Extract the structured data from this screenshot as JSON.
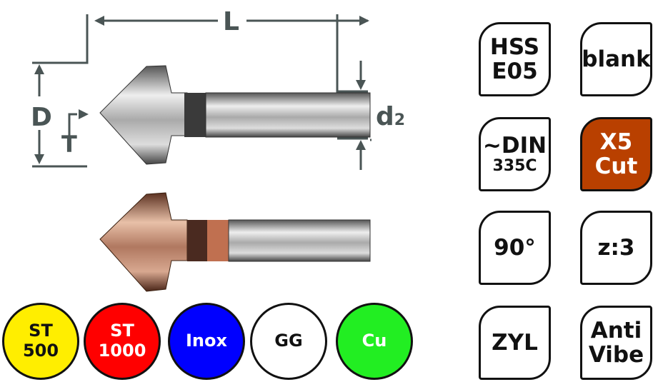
{
  "dimensions": {
    "L": "L",
    "D": "D",
    "T": "T",
    "d2_main": "d",
    "d2_sub": "2"
  },
  "badges": [
    {
      "lines": [
        "HSS",
        "E05"
      ]
    },
    {
      "lines": [
        "blank"
      ]
    },
    {
      "lines": [
        "~DIN",
        "335C"
      ]
    },
    {
      "lines": [
        "X5",
        "Cut"
      ],
      "color": "#b94000"
    },
    {
      "lines": [
        "90°"
      ]
    },
    {
      "lines": [
        "z:3"
      ]
    },
    {
      "lines": [
        "ZYL"
      ]
    },
    {
      "lines": [
        "Anti",
        "Vibe"
      ]
    }
  ],
  "materials": [
    {
      "lines": [
        "ST",
        "500"
      ],
      "color": "#ffee00",
      "text_color": "#111111"
    },
    {
      "lines": [
        "ST",
        "1000"
      ],
      "color": "#ff0000",
      "text_color": "#ffffff"
    },
    {
      "lines": [
        "Inox"
      ],
      "color": "#0000ff",
      "text_color": "#ffffff"
    },
    {
      "lines": [
        "GG"
      ],
      "color": "#ffffff",
      "text_color": "#111111"
    },
    {
      "lines": [
        "Cu"
      ],
      "color": "#22ee22",
      "text_color": "#ffffff"
    }
  ]
}
